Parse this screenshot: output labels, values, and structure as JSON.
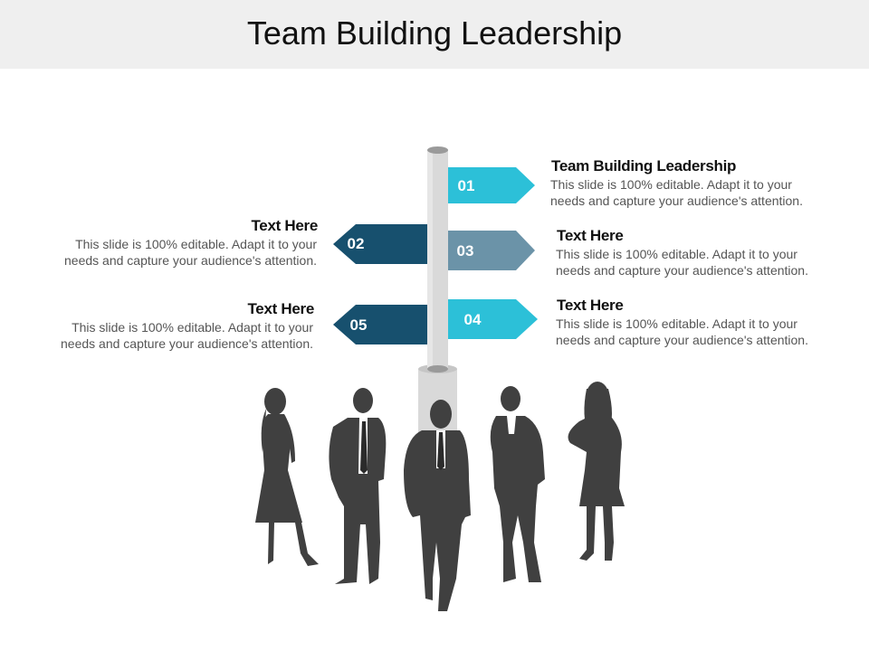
{
  "title": "Team Building Leadership",
  "colors": {
    "cyan": "#2cc0d8",
    "navy": "#17506e",
    "steel": "#6b93a8",
    "pole": "#d9d9d9",
    "silhouette": "#404040"
  },
  "items": [
    {
      "number": "01",
      "heading": "Team Building Leadership",
      "body": "This slide is 100% editable. Adapt it to your needs and capture your audience's attention."
    },
    {
      "number": "02",
      "heading": "Text Here",
      "body": "This slide is 100% editable. Adapt it to your needs and capture your audience's attention."
    },
    {
      "number": "03",
      "heading": "Text Here",
      "body": "This slide is 100% editable. Adapt it to your needs and capture your audience's attention."
    },
    {
      "number": "04",
      "heading": "Text Here",
      "body": "This slide is 100% editable. Adapt it to your needs and capture your audience's attention."
    },
    {
      "number": "05",
      "heading": "Text Here",
      "body": "This slide is 100% editable. Adapt it to your needs and capture your audience's attention."
    }
  ]
}
